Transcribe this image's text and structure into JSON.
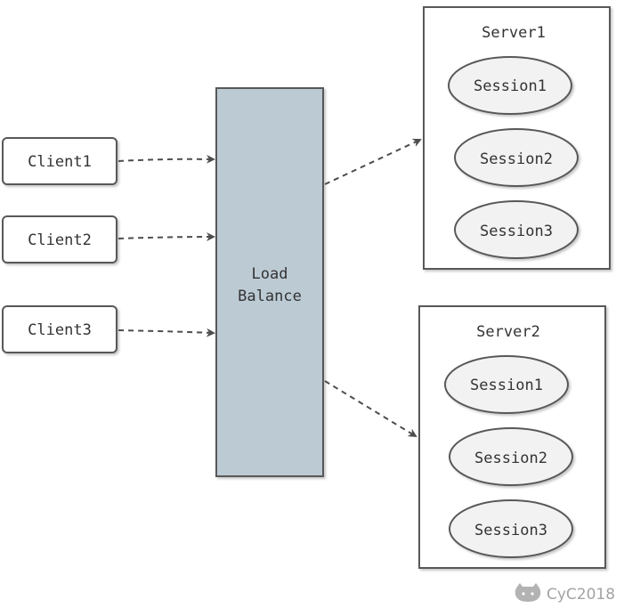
{
  "clients": [
    {
      "label": "Client1"
    },
    {
      "label": "Client2"
    },
    {
      "label": "Client3"
    }
  ],
  "load_balancer": {
    "line1": "Load",
    "line2": "Balance"
  },
  "servers": [
    {
      "title": "Server1",
      "sessions": [
        "Session1",
        "Session2",
        "Session3"
      ]
    },
    {
      "title": "Server2",
      "sessions": [
        "Session1",
        "Session2",
        "Session3"
      ]
    }
  ],
  "watermark": {
    "text": "CyC2018",
    "icon": "github-cat-icon"
  },
  "colors": {
    "box_fill": "#ffffff",
    "load_balancer_fill": "#bccad4",
    "session_fill": "#f2f2f2",
    "stroke": "#595959",
    "arrow": "#4d4d4d"
  }
}
